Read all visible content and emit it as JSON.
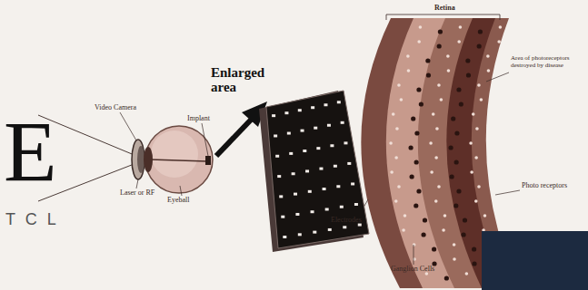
{
  "diagram": {
    "labels": [
      "E",
      "T C L",
      "Video Camera",
      "Laser or RF",
      "Implant",
      "Eyeball",
      "Enlarged area",
      "Retina",
      "Area of photoreceptors destroyed by disease",
      "Electrodes",
      "Photo receptors",
      "Ganglion Cells"
    ]
  }
}
